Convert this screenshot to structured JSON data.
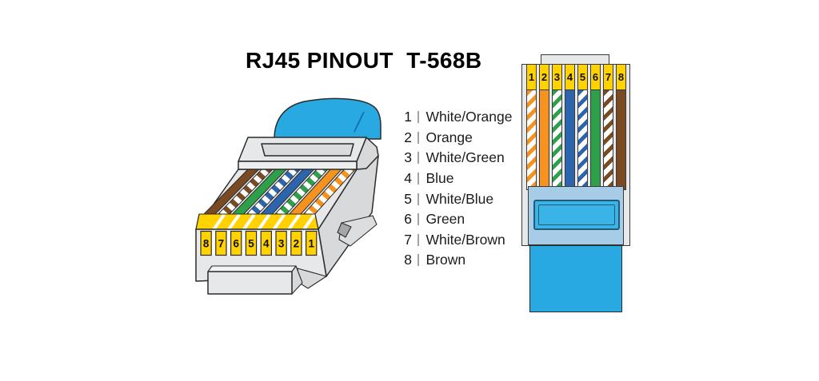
{
  "title": "RJ45 PINOUT  T-568B",
  "colors": {
    "orange": "#F6921E",
    "green": "#2FA04A",
    "blue": "#2D64AE",
    "brown": "#7A4A22",
    "yellow": "#FFD200",
    "cableBlue": "#29A9E1",
    "sheathBlue": "#A6CCE7",
    "windowBlue": "#3AB3E6",
    "bodyGray": "#E7E8E9",
    "sideGray": "#D8D9DB",
    "outline": "#2B2B2B"
  },
  "legend": {
    "items": [
      {
        "pin": "1",
        "name": "White/Orange"
      },
      {
        "pin": "2",
        "name": "Orange"
      },
      {
        "pin": "3",
        "name": "White/Green"
      },
      {
        "pin": "4",
        "name": "Blue"
      },
      {
        "pin": "5",
        "name": "White/Blue"
      },
      {
        "pin": "6",
        "name": "Green"
      },
      {
        "pin": "7",
        "name": "White/Brown"
      },
      {
        "pin": "8",
        "name": "Brown"
      }
    ]
  },
  "left_connector": {
    "pins": [
      "8",
      "7",
      "6",
      "5",
      "4",
      "3",
      "2",
      "1"
    ],
    "wires": [
      {
        "color": "brown",
        "striped": false
      },
      {
        "color": "brown",
        "striped": true
      },
      {
        "color": "green",
        "striped": false
      },
      {
        "color": "blue",
        "striped": true
      },
      {
        "color": "blue",
        "striped": false
      },
      {
        "color": "green",
        "striped": true
      },
      {
        "color": "orange",
        "striped": false
      },
      {
        "color": "orange",
        "striped": true
      }
    ]
  },
  "right_connector": {
    "wires": [
      {
        "pin": "1",
        "color": "orange",
        "striped": true
      },
      {
        "pin": "2",
        "color": "orange",
        "striped": false
      },
      {
        "pin": "3",
        "color": "green",
        "striped": true
      },
      {
        "pin": "4",
        "color": "blue",
        "striped": false
      },
      {
        "pin": "5",
        "color": "blue",
        "striped": true
      },
      {
        "pin": "6",
        "color": "green",
        "striped": false
      },
      {
        "pin": "7",
        "color": "brown",
        "striped": true
      },
      {
        "pin": "8",
        "color": "brown",
        "striped": false
      }
    ]
  }
}
